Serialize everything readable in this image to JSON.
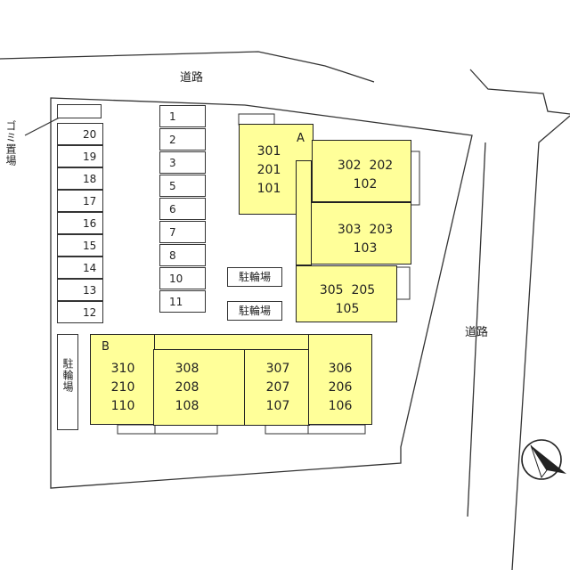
{
  "roads": {
    "top": "道路",
    "right": "道路"
  },
  "garbage_area": "ゴミ置場",
  "bike_parking_vertical": "駐輪場",
  "bike_parking": [
    "駐輪場",
    "駐輪場"
  ],
  "parking_left": [
    "20",
    "19",
    "18",
    "17",
    "16",
    "15",
    "14",
    "13",
    "12"
  ],
  "parking_mid": [
    "1",
    "2",
    "3",
    "5",
    "6",
    "7",
    "8",
    "10",
    "11"
  ],
  "building_a": {
    "label": "A",
    "units": {
      "u301": "301\n201\n101",
      "u302": "302  202\n102",
      "u303": "303  203\n103",
      "u305": "305  205\n105"
    }
  },
  "building_b": {
    "label": "B",
    "units": {
      "u310": "310\n210\n110",
      "u308": "308\n208\n108",
      "u307": "307\n207\n107",
      "u306": "306\n206\n106"
    }
  },
  "compass_icon": "north-arrow-icon"
}
